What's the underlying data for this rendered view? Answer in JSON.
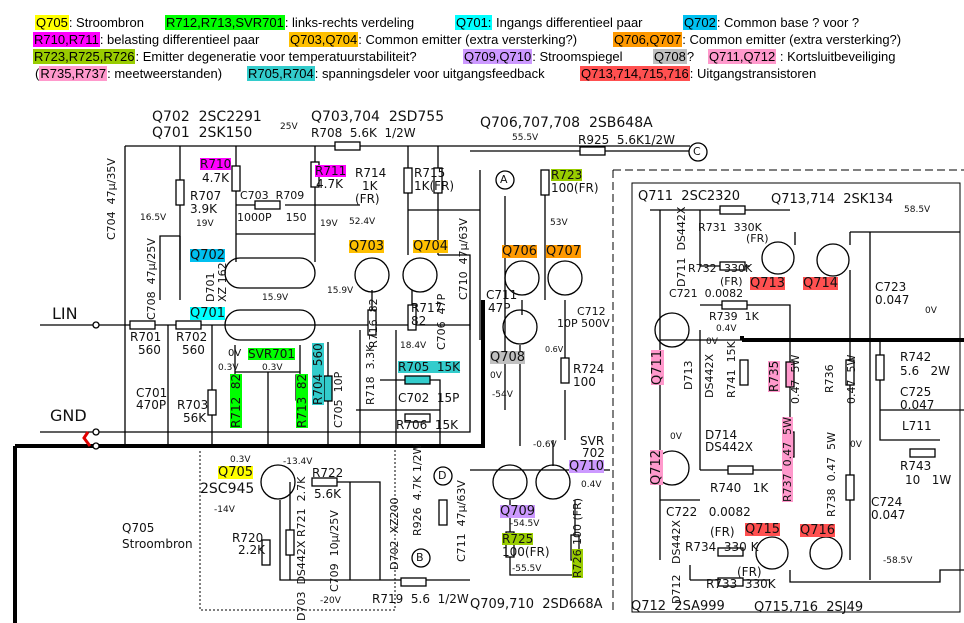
{
  "colors": {
    "yellow": "#ffff00",
    "green": "#00ff00",
    "cyan": "#00ffff",
    "blue": "#00c0f0",
    "magenta": "#ff00ff",
    "gold": "#ffc000",
    "orange": "#ff9900",
    "olive": "#99cc00",
    "lavender": "#cc99ff",
    "gray": "#c0c0c0",
    "pink": "#ff99cc",
    "teal": "#33cccc",
    "red": "#ff5050",
    "gnd_marker": "#e00000"
  },
  "legend": [
    {
      "hl": "Q705",
      "color": "yellow",
      "text": ": Stroombron"
    },
    {
      "hl": "R712,R713,SVR701",
      "color": "green",
      "text": ": links-rechts verdeling"
    },
    {
      "hl": "Q701:",
      "color": "cyan",
      "text": " Ingangs differentieel paar"
    },
    {
      "hl": "Q702",
      "color": "blue",
      "text": ": Common base ? voor ?"
    },
    {
      "hl": "R710,R711",
      "color": "magenta",
      "text": ": belasting differentieel paar"
    },
    {
      "hl": "Q703,Q704",
      "color": "gold",
      "text": ": Common emitter (extra versterking?)"
    },
    {
      "hl": "Q706,Q707",
      "color": "orange",
      "text": ": Common emitter (extra versterking?)"
    },
    {
      "hl": "R723,R725,R726",
      "color": "olive",
      "text": ": Emitter degeneratie voor temperatuurstabiliteit?"
    },
    {
      "hl": "Q709,Q710",
      "color": "lavender",
      "text": ": Stroomspiegel"
    },
    {
      "hl": "Q708",
      "color": "gray",
      "text": "?"
    },
    {
      "hl": "Q711,Q712",
      "color": "pink",
      "text": " : Kortsluitbeveiliging"
    },
    {
      "pre": "(",
      "hl": "R735,R737",
      "color": "pink",
      "text": ": meetweerstanden)"
    },
    {
      "hl": "R705,R704",
      "color": "teal",
      "text": ": spanningsdeler voor uitgangsfeedback"
    },
    {
      "hl": "Q713,714,715,716",
      "color": "red",
      "text": ": Uitgangstransistoren"
    }
  ],
  "schematic": {
    "labels": [
      {
        "t": "Q702  2SC2291"
      },
      {
        "t": "Q701  2SK150"
      },
      {
        "t": "Q703,704  2SD755"
      },
      {
        "t": "R708  5.6K  1/2W"
      },
      {
        "t": "25V"
      },
      {
        "t": "R710",
        "hl": "magenta"
      },
      {
        "t": "4.7K"
      },
      {
        "t": "R711",
        "hl": "magenta"
      },
      {
        "t": "4.7K"
      },
      {
        "t": "R707"
      },
      {
        "t": "3.9K"
      },
      {
        "t": "C703  R709"
      },
      {
        "t": "1000P    150"
      },
      {
        "t": "R714"
      },
      {
        "t": "1K"
      },
      {
        "t": "(FR)"
      },
      {
        "t": "R715"
      },
      {
        "t": "1K(FR)"
      },
      {
        "t": "16.5V"
      },
      {
        "t": "19V"
      },
      {
        "t": "19V"
      },
      {
        "t": "52.4V"
      },
      {
        "t": "Q702",
        "hl": "blue"
      },
      {
        "t": "D701"
      },
      {
        "t": "XZ 162"
      },
      {
        "t": "C708  47µ/25V"
      },
      {
        "t": "C704  47µ/35V"
      },
      {
        "t": "Q703",
        "hl": "gold"
      },
      {
        "t": "Q704",
        "hl": "gold"
      },
      {
        "t": "15.9V"
      },
      {
        "t": "15.9V"
      },
      {
        "t": "Q701",
        "hl": "cyan"
      },
      {
        "t": "R716  82"
      },
      {
        "t": "R717"
      },
      {
        "t": "82"
      },
      {
        "t": "C706  47P"
      },
      {
        "t": "C710  47µ/63V"
      },
      {
        "t": "18.4V"
      },
      {
        "t": "LIN"
      },
      {
        "t": "R701"
      },
      {
        "t": "560"
      },
      {
        "t": "R702"
      },
      {
        "t": "560"
      },
      {
        "t": "0V"
      },
      {
        "t": "0.3V"
      },
      {
        "t": "0.3V"
      },
      {
        "t": "SVR701",
        "hl": "green"
      },
      {
        "t": "C701"
      },
      {
        "t": "470P"
      },
      {
        "t": "R703"
      },
      {
        "t": "56K"
      },
      {
        "t": "R712  82",
        "hl": "green"
      },
      {
        "t": "R713  82",
        "hl": "green"
      },
      {
        "t": "R704  560",
        "hl": "teal"
      },
      {
        "t": "C705  10P"
      },
      {
        "t": "R718  3.3K"
      },
      {
        "t": "R705  15K",
        "hl": "teal"
      },
      {
        "t": "C702  15P"
      },
      {
        "t": "R706  15K"
      },
      {
        "t": "GND"
      },
      {
        "t": "0.3V"
      },
      {
        "t": "-13.4V"
      },
      {
        "t": "Q705",
        "hl": "yellow"
      },
      {
        "t": "2SC945"
      },
      {
        "t": "R722"
      },
      {
        "t": "5.6K"
      },
      {
        "t": "-14V"
      },
      {
        "t": "R720"
      },
      {
        "t": "2.2K"
      },
      {
        "t": "R721  2.7K"
      },
      {
        "t": "D703  DS442X"
      },
      {
        "t": "C709  10µ/25V"
      },
      {
        "t": "D702  XZ200"
      },
      {
        "t": "Q705"
      },
      {
        "t": "Stroombron"
      },
      {
        "t": "-20V"
      },
      {
        "t": "R719  5.6  1/2W"
      },
      {
        "t": "R926  4.7K 1/2W"
      },
      {
        "t": "C711  47µ/63V"
      },
      {
        "t": "Q706,707,708  2SB648A"
      },
      {
        "t": "55.5V"
      },
      {
        "t": "R925  5.6K1/2W"
      },
      {
        "t": "R723",
        "hl": "olive"
      },
      {
        "t": "100(FR)"
      },
      {
        "t": "53V"
      },
      {
        "t": "Q706",
        "hl": "orange"
      },
      {
        "t": "Q707",
        "hl": "orange"
      },
      {
        "t": "C711"
      },
      {
        "t": "47P"
      },
      {
        "t": "C712"
      },
      {
        "t": "10P 500V"
      },
      {
        "t": "0.6V"
      },
      {
        "t": "Q708",
        "hl": "gray"
      },
      {
        "t": "0V"
      },
      {
        "t": "-54V"
      },
      {
        "t": "R724"
      },
      {
        "t": "100"
      },
      {
        "t": "SVR"
      },
      {
        "t": "702"
      },
      {
        "t": "-0.6V"
      },
      {
        "t": "Q710",
        "hl": "lavender"
      },
      {
        "t": "0.4V"
      },
      {
        "t": "Q709",
        "hl": "lavender"
      },
      {
        "t": "-54.5V"
      },
      {
        "t": "R725",
        "hl": "olive"
      },
      {
        "t": "100(FR)"
      },
      {
        "t": "-55.5V"
      },
      {
        "t": "100 (FR)"
      },
      {
        "t": "R726",
        "hl": "olive"
      },
      {
        "t": "Q709,710  2SD668A"
      },
      {
        "t": "Q711  2SC2320"
      },
      {
        "t": "Q713,714  2SK134"
      },
      {
        "t": "58.5V"
      },
      {
        "t": "D711  DS442X"
      },
      {
        "t": "R731  330K"
      },
      {
        "t": "(FR)"
      },
      {
        "t": "R732"
      },
      {
        "t": "330K"
      },
      {
        "t": "(FR)"
      },
      {
        "t": "Q713",
        "hl": "red"
      },
      {
        "t": "Q714",
        "hl": "red"
      },
      {
        "t": "C723"
      },
      {
        "t": "0.047"
      },
      {
        "t": "C721  0.0082"
      },
      {
        "t": "R739  1K"
      },
      {
        "t": "0.4V"
      },
      {
        "t": "0V"
      },
      {
        "t": "Q711",
        "hl": "pink"
      },
      {
        "t": "D713"
      },
      {
        "t": "DS442X"
      },
      {
        "t": "R741  15K"
      },
      {
        "t": "0V"
      },
      {
        "t": "R735",
        "hl": "pink"
      },
      {
        "t": "0.47  5W"
      },
      {
        "t": "R736"
      },
      {
        "t": "0.47  5W"
      },
      {
        "t": "R742"
      },
      {
        "t": "5.6   2W"
      },
      {
        "t": "C725"
      },
      {
        "t": "0.047"
      },
      {
        "t": "L711"
      },
      {
        "t": "R743"
      },
      {
        "t": "10   1W"
      },
      {
        "t": "Q712",
        "hl": "pink"
      },
      {
        "t": "0V"
      },
      {
        "t": "D714"
      },
      {
        "t": "DS442X"
      },
      {
        "t": "R737  0.47  5W",
        "hl": "pink"
      },
      {
        "t": "R738  0.47  5W"
      },
      {
        "t": "0V"
      },
      {
        "t": "R740   1K"
      },
      {
        "t": "C722   0.0082"
      },
      {
        "t": "DS442X"
      },
      {
        "t": "D712"
      },
      {
        "t": "(FR)"
      },
      {
        "t": "Q715",
        "hl": "red"
      },
      {
        "t": "R734  330 K"
      },
      {
        "t": "Q716",
        "hl": "red"
      },
      {
        "t": "C724"
      },
      {
        "t": "0.047"
      },
      {
        "t": "(FR)"
      },
      {
        "t": "R733  330K"
      },
      {
        "t": "-58.5V"
      },
      {
        "t": "Q712  2SA999"
      },
      {
        "t": "Q715,716  2SJ49"
      },
      {
        "t": "A"
      },
      {
        "t": "B"
      },
      {
        "t": "C"
      },
      {
        "t": "D"
      }
    ]
  }
}
